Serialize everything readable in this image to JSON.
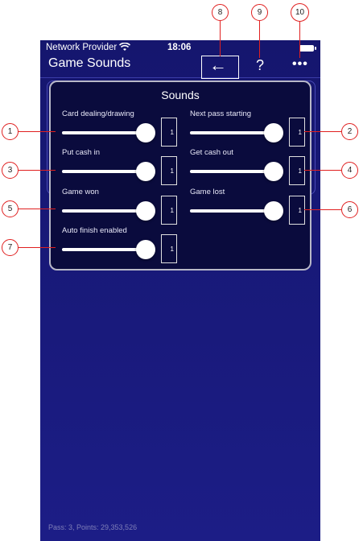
{
  "statusbar": {
    "carrier": "Network Provider",
    "time": "18:06"
  },
  "header": {
    "title": "Game Sounds",
    "back_icon": "←",
    "help_icon": "?",
    "more_icon": "•••"
  },
  "dialog": {
    "title": "Sounds",
    "items": [
      {
        "label": "Card dealing/drawing",
        "value": "1"
      },
      {
        "label": "Next pass starting",
        "value": "1"
      },
      {
        "label": "Put cash in",
        "value": "1"
      },
      {
        "label": "Get cash out",
        "value": "1"
      },
      {
        "label": "Game won",
        "value": "1"
      },
      {
        "label": "Game lost",
        "value": "1"
      },
      {
        "label": "Auto finish enabled",
        "value": "1"
      }
    ]
  },
  "footer": {
    "text": "Pass: 3, Points: 29,353,526"
  },
  "callouts": [
    "1",
    "2",
    "3",
    "4",
    "5",
    "6",
    "7",
    "8",
    "9",
    "10"
  ],
  "colors": {
    "background": "#1c1d86",
    "dialog": "#0a0b3d",
    "callout": "#e02020"
  }
}
